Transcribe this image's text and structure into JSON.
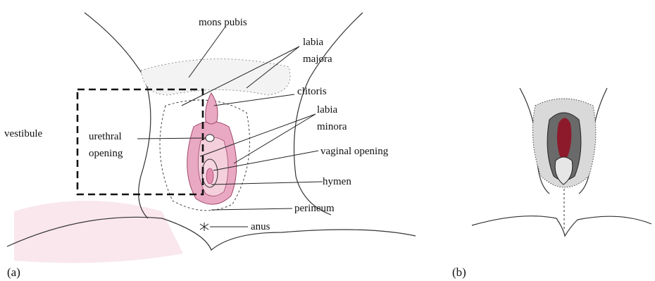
{
  "panels": {
    "a": "(a)",
    "b": "(b)"
  },
  "labels": {
    "mons_pubis": "mons pubis",
    "labia": "labia",
    "majora": "majora",
    "clitoris": "clitoris",
    "labia_minora_1": "labia",
    "labia_minora_2": "minora",
    "vestibule": "vestibule",
    "urethral": "urethral",
    "opening": "opening",
    "vaginal_opening": "vaginal opening",
    "hymen": "hymen",
    "perineum": "perineum",
    "anus": "anus"
  },
  "colors": {
    "pink": "#e9a9c2",
    "pink_light": "#f4cfdc",
    "dark_red": "#8c1a2a",
    "line": "#333333"
  }
}
